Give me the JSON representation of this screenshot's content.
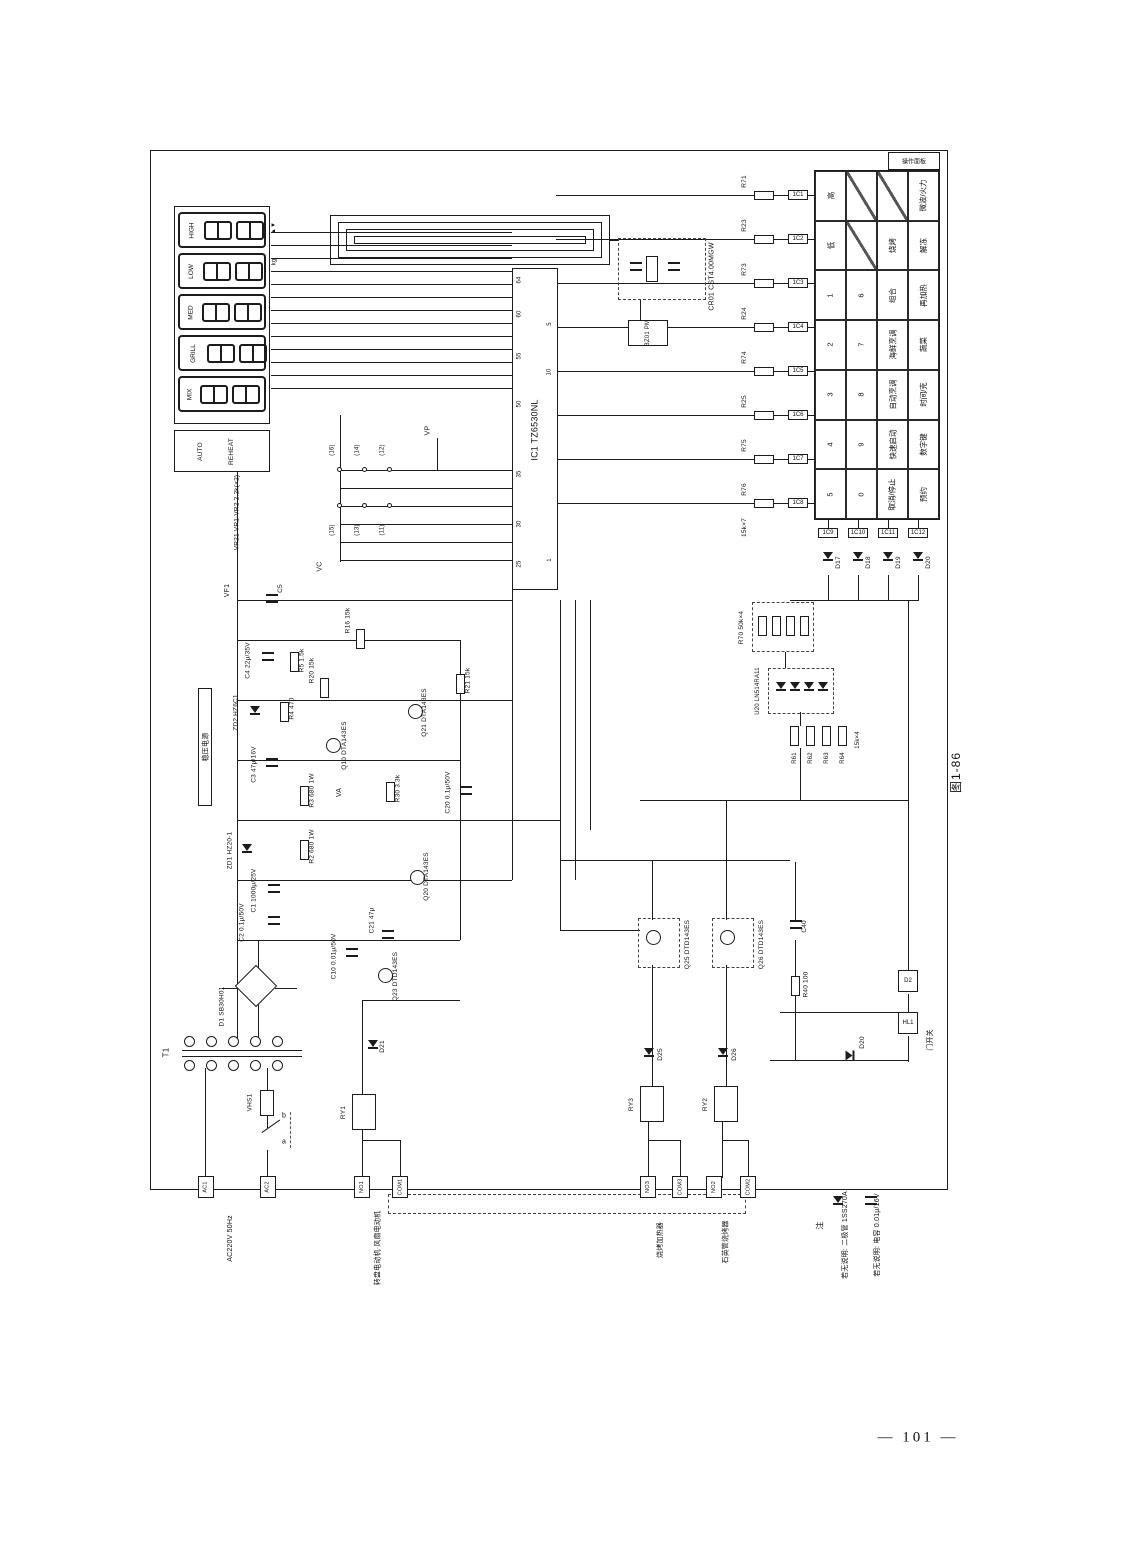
{
  "labels": {
    "kg": "kg",
    "arrows": "▲▼",
    "vr_note": "VR21 VR1·VR2 2.2k(×2)",
    "ic": "IC1 TZ6530NL",
    "p64": "64",
    "p60": "60",
    "p55": "55",
    "p50": "50",
    "p35": "35",
    "p30": "30",
    "p25": "25",
    "p5": "5",
    "p10": "10",
    "p1": "1",
    "cr": "CR01 CST4.00MGW",
    "bz": "BZ01 PM",
    "k15x7": "15k×7",
    "k15x4": "15k×4",
    "vp": "VP",
    "vf1": "VF1",
    "vc": "VC",
    "va": "VA",
    "c5": "C5",
    "r16": "R16 15k",
    "c4": "C4 22μ/35V",
    "r5": "R5 1.5k",
    "zd2": "ZD2 HZ6C1",
    "r4": "R4 470",
    "r20": "R20 15k",
    "q10": "Q10 DTA143ES",
    "q21": "Q21 DTA143ES",
    "r21": "R21 15k",
    "c3": "C3 47μ/16V",
    "r3": "R3 680 1W",
    "r30": "R30 3.3k",
    "c20": "C20 0.1μ/50V",
    "zd1": "ZD1 HZ20-1",
    "r2": "R2 680 1W",
    "q20": "Q20 DTA143ES",
    "c1": "C1 1000μ/25V",
    "c2": "C2 0.1μ/50V",
    "c10": "C10 0.01μ/50V",
    "c21": "C21 47μ",
    "q23": "Q23 DTD143ES",
    "psu": "稳压电源",
    "d1": "D1 SB30H01",
    "t1": "T1",
    "fuse": "VHS1",
    "swa": "a",
    "swb": "b",
    "d21": "D21",
    "q25": "Q25 DTD143ES",
    "q26": "Q26 DTD143ES",
    "c40": "C40",
    "r40": "R40 100",
    "d25": "D25",
    "d26": "D26",
    "d20": "D20",
    "d2": "D2",
    "hl1": "HL1",
    "door": "门开关",
    "ry1": "RY1",
    "ry2": "RY2",
    "ry3": "RY3",
    "net1": "R70 50k×4",
    "net2": "U20 LN514RA11",
    "note": "注",
    "leg1": "若无说明: 二极管 1SS270A",
    "leg2": "若无说明: 电容 0.01μ/16V",
    "fig": "图1-86",
    "page": "— 101 —"
  },
  "display": {
    "groups": [
      "HIGH",
      "LOW",
      "MED",
      "GRILL",
      "MIX"
    ],
    "modes": [
      "AUTO",
      "REHEAT"
    ]
  },
  "keypad": {
    "header": "操作面板",
    "cells": [
      "高",
      "",
      "",
      "微波/火力",
      "低",
      "",
      "烧烤",
      "解冻",
      "1",
      "6",
      "组合",
      "再加热",
      "2",
      "7",
      "海鲜烹调",
      "蔬菜",
      "3",
      "8",
      "自动烹调",
      "时间/克",
      "4",
      "9",
      "快速启动",
      "数字键",
      "5",
      "0",
      "取消/停止",
      "预约"
    ]
  },
  "conn": {
    "top": [
      "1C1",
      "1C2",
      "1C3",
      "1C4",
      "1C5",
      "1C6",
      "1C7",
      "1C8"
    ],
    "led": [
      "1C9",
      "1C10",
      "1C11",
      "1C12"
    ]
  },
  "res_col": [
    "R71",
    "R23",
    "R73",
    "R24",
    "R74",
    "R25",
    "R75",
    "R76"
  ],
  "led_d": [
    "D17",
    "D18",
    "D19",
    "D20"
  ],
  "row_res": [
    "R61",
    "R62",
    "R63",
    "R64"
  ],
  "terminals": [
    "AC1",
    "AC2",
    "NO1",
    "COM1",
    "NO3",
    "COM3",
    "NO2",
    "COM2"
  ],
  "loads": [
    "AC220V 50Hz",
    "转盘电动机·风扇电动机",
    "烧烤加热器",
    "石英管烧烤器"
  ],
  "jacks": [
    "(16)",
    "(14)",
    "(12)",
    "(15)",
    "(13)",
    "(11)"
  ]
}
